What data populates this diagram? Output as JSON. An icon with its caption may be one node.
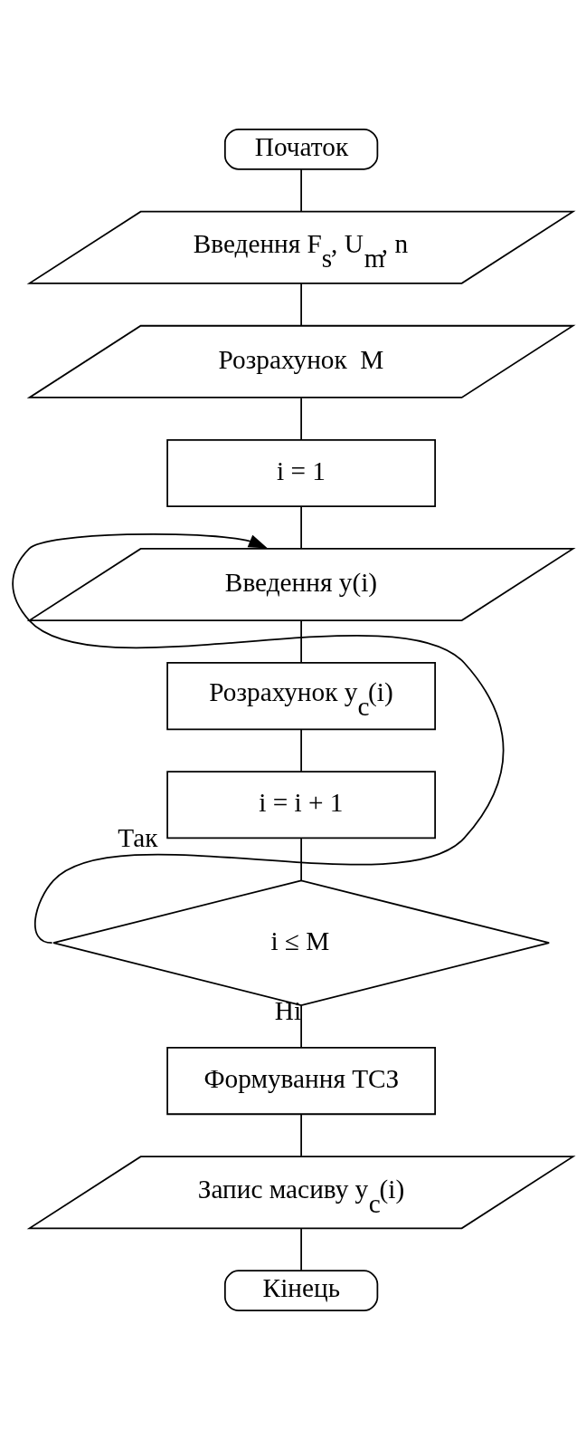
{
  "diagram": {
    "nodes": [
      {
        "text": [
          "Початок"
        ]
      },
      {
        "text": [
          "Введення F$_{s}$, U$_{m}$, n"
        ]
      },
      {
        "text": [
          "Розрахунок  M"
        ]
      },
      {
        "text": [
          "i = 1"
        ]
      },
      {
        "text": [
          "Введення y(i)"
        ]
      },
      {
        "text": [
          "Розрахунок y$_{c}$(i)"
        ]
      },
      {
        "text": [
          "i = i + 1"
        ]
      },
      {
        "text": [
          "i ≤ M"
        ]
      },
      {
        "text": [
          "Формування ТСЗ"
        ]
      },
      {
        "text": [
          "Запис масиву y$_{c}$(i)"
        ]
      },
      {
        "text": [
          "Кінець"
        ]
      }
    ],
    "edges": [
      {
        "from": 0,
        "to": 1,
        "arrow": "none"
      },
      {
        "from": 1,
        "to": 2,
        "arrow": "none"
      },
      {
        "from": 2,
        "to": 3,
        "arrow": "none"
      },
      {
        "from": 3,
        "to": 4,
        "arrow": "none"
      },
      {
        "from": 4,
        "to": 5,
        "arrow": "none"
      },
      {
        "from": 5,
        "to": 6,
        "arrow": "none"
      },
      {
        "from": 6,
        "to": 7,
        "arrow": "none"
      },
      {
        "from": 7,
        "to": 4,
        "arrow": "to",
        "label": "Так"
      },
      {
        "from": 7,
        "to": 8,
        "arrow": "none",
        "label": "Ні"
      },
      {
        "from": 8,
        "to": 9,
        "arrow": "none"
      },
      {
        "from": 9,
        "to": 10,
        "arrow": "none"
      }
    ]
  }
}
